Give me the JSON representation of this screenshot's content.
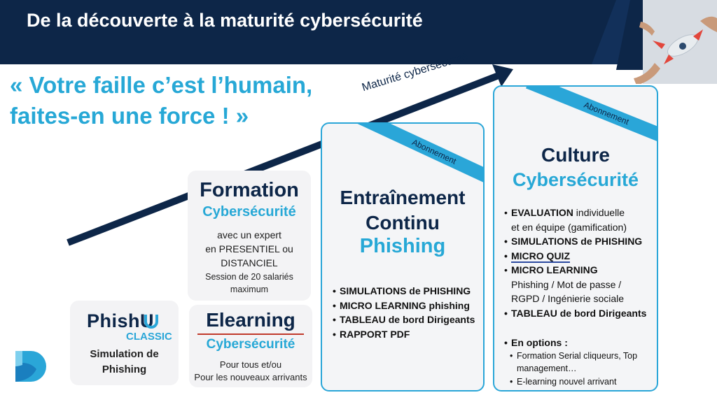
{
  "header": {
    "title": "De la découverte à la maturité cybersécurité"
  },
  "slogan": {
    "line1": "« Votre faille c’est l’humain,",
    "line2": "faites-en une force ! »"
  },
  "arrow": {
    "label": "Maturité cybersécurité"
  },
  "phishu": {
    "logo_main": "PhishU",
    "logo_sub": "CLASSIC",
    "line1": "Simulation de",
    "line2": "Phishing"
  },
  "formation": {
    "title": "Formation",
    "subtitle": "Cybersécurité",
    "lines": [
      "avec un expert",
      "en PRESENTIEL ou",
      "DISTANCIEL"
    ],
    "session": [
      "Session de 20 salariés",
      "maximum"
    ]
  },
  "elearning": {
    "title": "Elearning",
    "subtitle": "Cybersécurité",
    "lines": [
      "Pour tous et/ou",
      "Pour les nouveaux arrivants"
    ]
  },
  "entrainement": {
    "ribbon": "Abonnement",
    "title1": "Entraînement",
    "title2": "Continu",
    "title3": "Phishing",
    "items": [
      "SIMULATIONS de PHISHING",
      "MICRO LEARNING phishing",
      "TABLEAU de bord Dirigeants",
      "RAPPORT PDF"
    ]
  },
  "culture": {
    "ribbon": "Abonnement",
    "title1": "Culture",
    "title2": "Cybersécurité",
    "eval_bold": "EVALUATION",
    "eval_rest": " individuelle",
    "eval_line2": "et en équipe (gamification)",
    "sim": "SIMULATIONS de PHISHING",
    "quiz": "MICRO QUIZ",
    "ml": "MICRO LEARNING",
    "ml_line2": "Phishing / Mot de passe /",
    "ml_line3": "RGPD / Ingénierie sociale",
    "tableau": "TABLEAU de bord Dirigeants",
    "options_label": "En options :",
    "opt1_line1": "Formation Serial cliqueurs, Top",
    "opt1_line2": "management…",
    "opt2": "E-learning nouvel arrivant"
  },
  "colors": {
    "navy": "#0d2648",
    "accent": "#27a8d6"
  }
}
